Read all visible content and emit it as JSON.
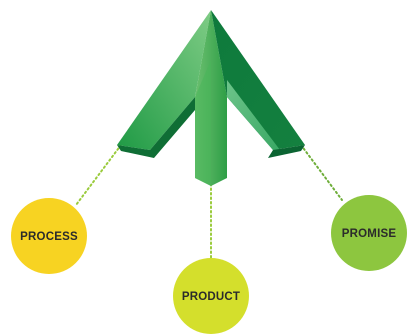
{
  "colors": {
    "arrow_light": "#7bc67f",
    "arrow_mid": "#3fae49",
    "arrow_dark": "#0d7a3d",
    "connector": "#8dc63f",
    "process_fill": "#f7d322",
    "product_fill": "#d4df2c",
    "promise_fill": "#8dc63f",
    "label_text": "#2b2b2b"
  },
  "nodes": [
    {
      "id": "process",
      "label": "PROCESS",
      "icon": "circle"
    },
    {
      "id": "product",
      "label": "PRODUCT",
      "icon": "circle"
    },
    {
      "id": "promise",
      "label": "PROMISE",
      "icon": "circle"
    }
  ],
  "center_shape": {
    "icon": "upward-arrow-3d"
  }
}
